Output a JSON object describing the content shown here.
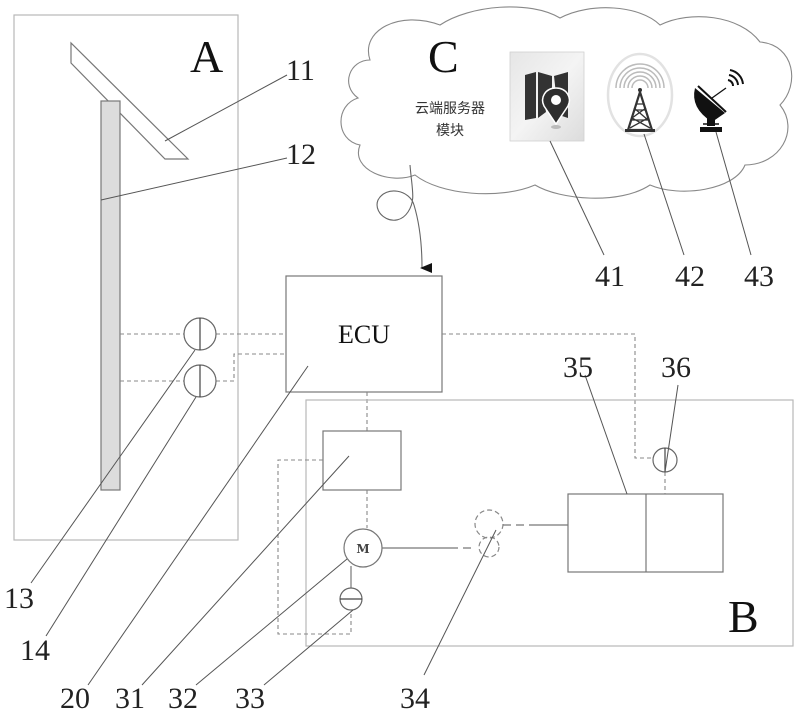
{
  "regions": {
    "a": {
      "label": "A"
    },
    "b": {
      "label": "B"
    },
    "c": {
      "label": "C",
      "caption_line1": "云端服务器",
      "caption_line2": "模块"
    }
  },
  "ecu": {
    "label": "ECU"
  },
  "motor": {
    "label": "M"
  },
  "icons": {
    "map": "map-location-icon",
    "tower": "signal-tower-icon",
    "satellite": "satellite-dish-icon"
  },
  "reference_numerals": {
    "n11": "11",
    "n12": "12",
    "n13": "13",
    "n14": "14",
    "n20": "20",
    "n31": "31",
    "n32": "32",
    "n33": "33",
    "n34": "34",
    "n35": "35",
    "n36": "36",
    "n41": "41",
    "n42": "42",
    "n43": "43"
  }
}
